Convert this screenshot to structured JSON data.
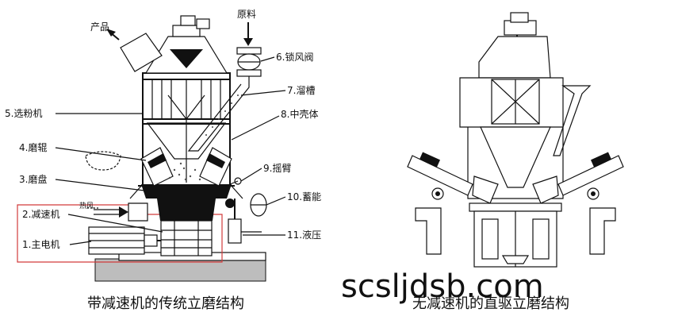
{
  "left_diagram": {
    "labels": {
      "product": "产品",
      "raw_material": "原料",
      "airlock_valve": "6.锁风阀",
      "chute": "7.溜槽",
      "middle_shell": "8.中壳体",
      "rocker_arm": "9.摇臂",
      "accumulator": "10.蓄能",
      "hydraulic": "11.液压",
      "classifier": "5.选粉机",
      "grinding_roller": "4.磨辊",
      "grinding_table": "3.磨盘",
      "reducer": "2.减速机",
      "hot_air": "热风",
      "main_motor": "1.主电机"
    },
    "caption": "带减速机的传统立磨结构"
  },
  "right_diagram": {
    "caption": "无减速机的直驱立磨结构"
  },
  "watermark": "scsljdsb.com"
}
